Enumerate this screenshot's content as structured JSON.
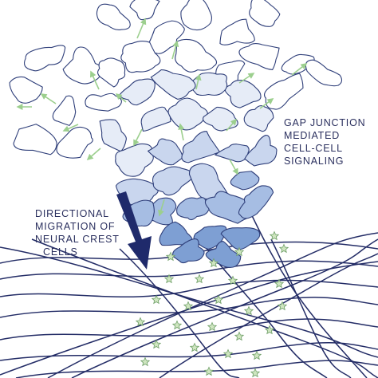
{
  "labels": {
    "gap_junction": [
      "GAP JUNCTION",
      "MEDIATED",
      "CELL-CELL",
      "SIGNALING"
    ],
    "directional_migration": [
      "DIRECTIONAL",
      "MIGRATION  OF",
      "NEURAL CREST",
      "CELLS"
    ]
  },
  "colors": {
    "cell_outline": "#2f3f7a",
    "cell_shades": [
      "#ffffff",
      "#e6ecf7",
      "#c9d6ee",
      "#a6bde3",
      "#7e9fd3"
    ],
    "fiber": "#232c66",
    "star_fill": "#cfe6c0",
    "star_stroke": "#6f9f68",
    "arrow_green": "#9ccf8e",
    "big_arrow": "#1f2a6b"
  }
}
